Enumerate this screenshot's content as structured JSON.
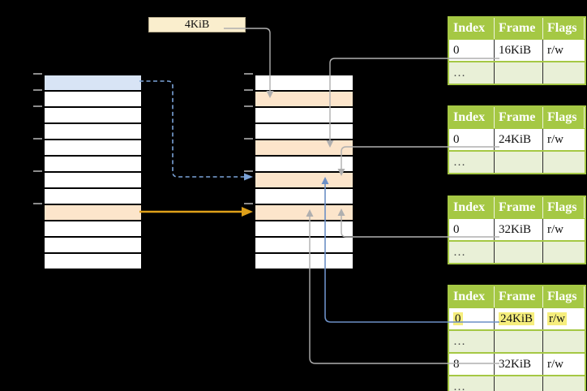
{
  "page_size_label": "4KiB",
  "tables": [
    {
      "name": "page-table-at-16KiB",
      "headers": [
        "Index",
        "Frame",
        "Flags"
      ],
      "rows": [
        {
          "cells": [
            "0",
            "16KiB",
            "r/w"
          ],
          "highlight": false
        },
        {
          "cells": [
            "…",
            "",
            ""
          ],
          "highlight": false
        }
      ]
    },
    {
      "name": "page-table-at-24KiB",
      "headers": [
        "Index",
        "Frame",
        "Flags"
      ],
      "rows": [
        {
          "cells": [
            "0",
            "24KiB",
            "r/w"
          ],
          "highlight": false
        },
        {
          "cells": [
            "…",
            "",
            ""
          ],
          "highlight": false
        }
      ]
    },
    {
      "name": "page-table-at-32KiB",
      "headers": [
        "Index",
        "Frame",
        "Flags"
      ],
      "rows": [
        {
          "cells": [
            "0",
            "32KiB",
            "r/w"
          ],
          "highlight": false
        },
        {
          "cells": [
            "…",
            "",
            ""
          ],
          "highlight": false
        }
      ]
    },
    {
      "name": "level2-page-table",
      "headers": [
        "Index",
        "Frame",
        "Flags"
      ],
      "rows": [
        {
          "cells": [
            "0",
            "24KiB",
            "r/w"
          ],
          "highlight": true
        },
        {
          "cells": [
            "…",
            "",
            ""
          ],
          "highlight": false
        },
        {
          "cells": [
            "8",
            "32KiB",
            "r/w"
          ],
          "highlight": false
        },
        {
          "cells": [
            "…",
            "",
            ""
          ],
          "highlight": false
        }
      ]
    }
  ],
  "memory_columns": {
    "left": {
      "row_count": 12,
      "blue_rows": [
        0
      ],
      "orange_rows": [
        8
      ]
    },
    "middle": {
      "row_count": 12,
      "blue_rows": [],
      "orange_rows": [
        1,
        4,
        6,
        8
      ]
    }
  },
  "ticks": {
    "ys": [
      90,
      110,
      130,
      170,
      210,
      250
    ]
  },
  "colors": {
    "table-green": "#a5c844",
    "green-light": "#e9f0d7",
    "cream": "#faeecd",
    "blue-row": "#d8e4f5",
    "orange-row": "#fce5cb",
    "highlight": "#f6ee7d",
    "gray-line": "#afafaf",
    "blue-line": "#6c8fc5",
    "blue-dash": "#7ba3d8",
    "orange-line": "#dea019",
    "tick": "#8c8c8c"
  }
}
